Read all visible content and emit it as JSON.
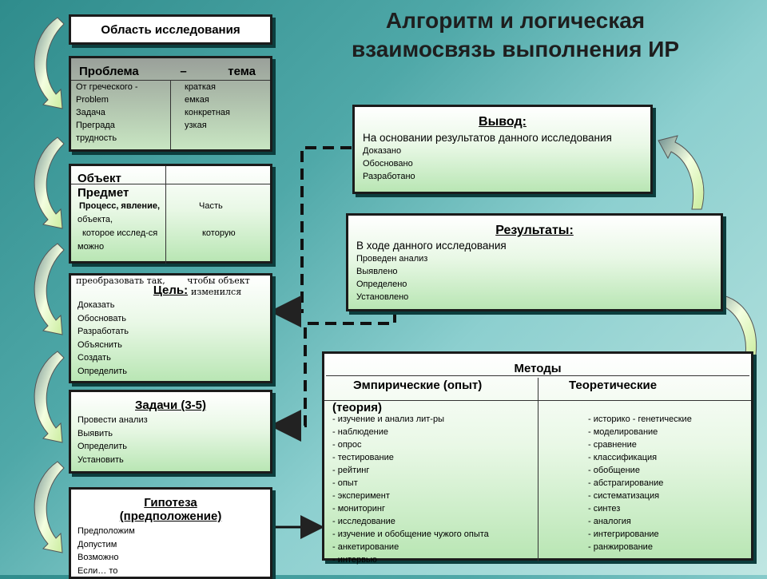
{
  "title": "Алгоритм и логическая взаимосвязь выполнения ИР",
  "area": {
    "label": "Область исследования"
  },
  "problem": {
    "head_left": "Проблема",
    "head_mid": "–",
    "head_right": "тема",
    "rows": [
      [
        "От греческого -",
        "краткая"
      ],
      [
        "Problem",
        "емкая"
      ],
      [
        "Задача",
        "конкретная"
      ],
      [
        "Преграда",
        "узкая"
      ],
      [
        "трудность",
        ""
      ]
    ]
  },
  "object": {
    "head1": "Объект",
    "head2": "Предмет",
    "lines": [
      [
        "Процесс, явление,",
        "Часть"
      ],
      [
        "объекта,",
        ""
      ],
      [
        "которое исслед-ся",
        "которую"
      ],
      [
        "можно",
        ""
      ]
    ]
  },
  "goals": {
    "overflow1": "преобразовать так,",
    "overflow2": "чтобы объект",
    "overflow3": "изменился",
    "head": "Цель:",
    "items": [
      "Доказать",
      "Обосновать",
      "Разработать",
      "Объяснить",
      "Создать",
      "Определить"
    ]
  },
  "tasks": {
    "head": "Задачи (3-5)",
    "items": [
      "Провести анализ",
      "Выявить",
      "Определить",
      "Установить"
    ]
  },
  "hypothesis": {
    "head1": "Гипотеза",
    "head2": "(предположение)",
    "items": [
      "Предположим",
      "Допустим",
      "Возможно",
      "Если… то"
    ]
  },
  "conclusion": {
    "head": "Вывод:",
    "text": "На основании результатов данного исследования",
    "items": [
      "Доказано",
      "Обосновано",
      "Разработано"
    ]
  },
  "results": {
    "head": "Результаты:",
    "text": "В ходе данного исследования",
    "items": [
      "Проведен анализ",
      "Выявлено",
      "Определено",
      "Установлено"
    ]
  },
  "methods": {
    "head": "Методы",
    "col1": "Эмпирические  (опыт)",
    "col2": "Теоретические",
    "col1b": "(теория)",
    "rows": [
      [
        "- изучение и анализ лит-ры",
        "- историко - генетические"
      ],
      [
        "- наблюдение",
        "- моделирование"
      ],
      [
        "- опрос",
        "- сравнение"
      ],
      [
        "- тестирование",
        "- классификация"
      ],
      [
        "- рейтинг",
        "- обобщение"
      ],
      [
        "- опыт",
        "- абстрагирование"
      ],
      [
        "- эксперимент",
        "- систематизация"
      ],
      [
        "- мониторинг",
        "- синтез"
      ],
      [
        "- исследование",
        "- аналогия"
      ],
      [
        "- изучение и обобщение чужого опыта",
        "- интегрирование"
      ],
      [
        "- анкетирование",
        "- ранжирование"
      ],
      [
        "- интервью",
        ""
      ]
    ]
  },
  "colors": {
    "background": "#4fa8a8",
    "box_gradient_end": "#b9e6b4",
    "arrow_fill": "#e8f8c8",
    "border": "#1b1b1b"
  }
}
